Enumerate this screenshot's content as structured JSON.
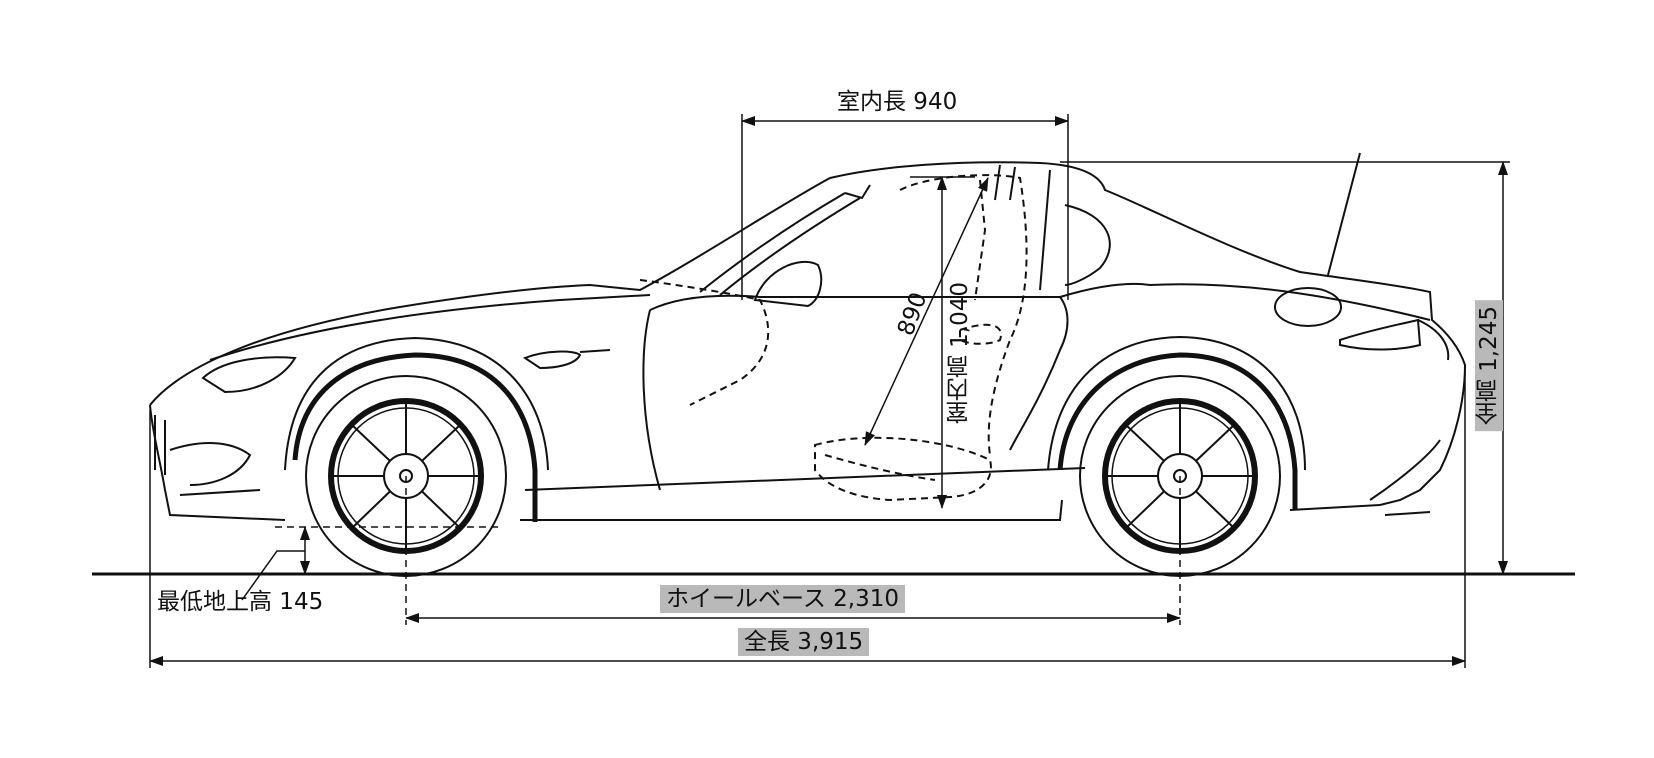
{
  "title": "",
  "dimensions": {
    "interior_length": "室内長 940",
    "interior_diagonal": "890",
    "interior_height": "室内高 1,040",
    "overall_height": "全高 1,245",
    "ground_clearance": "最低地上高 145",
    "wheelbase": "ホイールベース 2,310",
    "overall_length": "全長 3,915"
  },
  "colors": {
    "line": "#111111",
    "label_highlight": "#b9b9b9",
    "background": "#ffffff"
  }
}
